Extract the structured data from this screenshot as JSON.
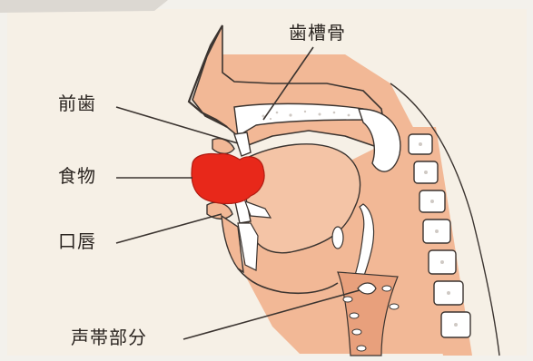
{
  "labels": {
    "alveolar_bone": "歯槽骨",
    "front_teeth": "前歯",
    "food": "食物",
    "lips": "口唇",
    "vocal_cord_area": "声帯部分"
  },
  "colors": {
    "background": "#f3f1ec",
    "panel_paper": "#f6f0e6",
    "tissue": "#f2b896",
    "tissue_dark": "#e8a07c",
    "outline": "#3b3430",
    "food": "#e8281a",
    "bone": "#ffffff",
    "bone_texture": "#cfc9c4",
    "leader_line": "#3b3430"
  }
}
